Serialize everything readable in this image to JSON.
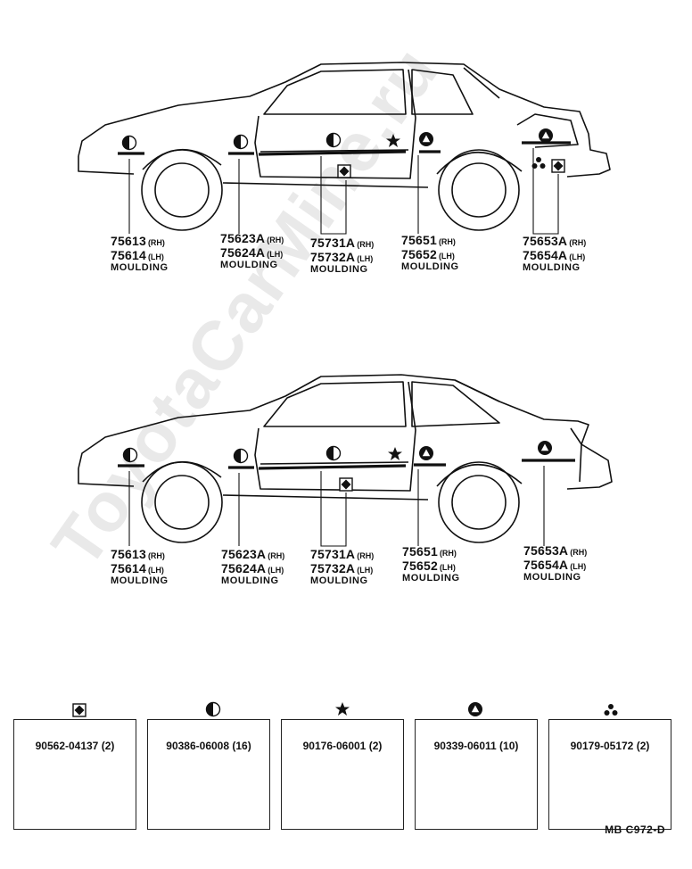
{
  "watermark": "ToyotaCarMine.ru",
  "drawing_code": "MB  C972-D",
  "diagram1": {
    "groups": [
      {
        "parts": [
          {
            "no": "75613",
            "side": "(RH)"
          },
          {
            "no": "75614",
            "side": "(LH)"
          }
        ],
        "desc": "MOULDING"
      },
      {
        "parts": [
          {
            "no": "75623A",
            "side": "(RH)"
          },
          {
            "no": "75624A",
            "side": "(LH)"
          }
        ],
        "desc": "MOULDING"
      },
      {
        "parts": [
          {
            "no": "75731A",
            "side": "(RH)"
          },
          {
            "no": "75732A",
            "side": "(LH)"
          }
        ],
        "desc": "MOULDING"
      },
      {
        "parts": [
          {
            "no": "75651",
            "side": "(RH)"
          },
          {
            "no": "75652",
            "side": "(LH)"
          }
        ],
        "desc": "MOULDING"
      },
      {
        "parts": [
          {
            "no": "75653A",
            "side": "(RH)"
          },
          {
            "no": "75654A",
            "side": "(LH)"
          }
        ],
        "desc": "MOULDING"
      }
    ]
  },
  "diagram2": {
    "groups": [
      {
        "parts": [
          {
            "no": "75613",
            "side": "(RH)"
          },
          {
            "no": "75614",
            "side": "(LH)"
          }
        ],
        "desc": "MOULDING"
      },
      {
        "parts": [
          {
            "no": "75623A",
            "side": "(RH)"
          },
          {
            "no": "75624A",
            "side": "(LH)"
          }
        ],
        "desc": "MOULDING"
      },
      {
        "parts": [
          {
            "no": "75731A",
            "side": "(RH)"
          },
          {
            "no": "75732A",
            "side": "(LH)"
          }
        ],
        "desc": "MOULDING"
      },
      {
        "parts": [
          {
            "no": "75651",
            "side": "(RH)"
          },
          {
            "no": "75652",
            "side": "(LH)"
          }
        ],
        "desc": "MOULDING"
      },
      {
        "parts": [
          {
            "no": "75653A",
            "side": "(RH)"
          },
          {
            "no": "75654A",
            "side": "(LH)"
          }
        ],
        "desc": "MOULDING"
      }
    ]
  },
  "fasteners": [
    {
      "symbol": "diamond-square-icon",
      "label": "90562-04137 (2)"
    },
    {
      "symbol": "half-circle-icon",
      "label": "90386-06008 (16)"
    },
    {
      "symbol": "star-icon",
      "label": "90176-06001 (2)"
    },
    {
      "symbol": "triangle-circle-icon",
      "label": "90339-06011 (10)"
    },
    {
      "symbol": "three-dots-icon",
      "label": "90179-05172 (2)"
    }
  ]
}
